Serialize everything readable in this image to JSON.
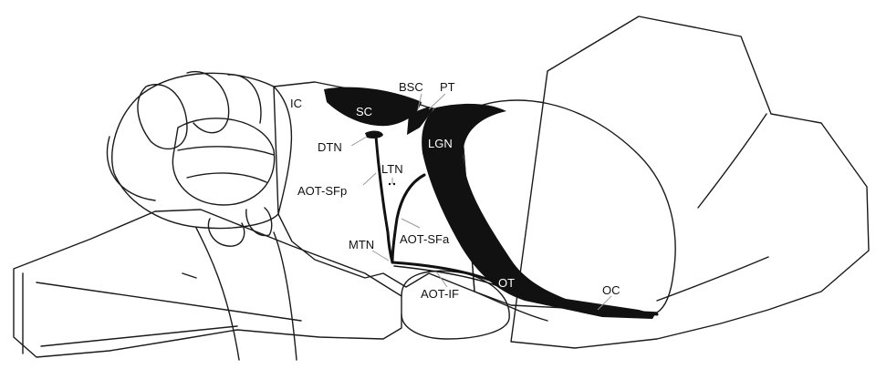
{
  "colors": {
    "background": "#ffffff",
    "outline": "#1a1a1a",
    "fill": "#111111",
    "leader": "#9a9a9a"
  },
  "labels": {
    "ic": "IC",
    "sc": "SC",
    "bsc": "BSC",
    "pt": "PT",
    "dtn": "DTN",
    "lgn": "LGN",
    "ltn": "LTN",
    "aot_sfp": "AOT-SFp",
    "aot_sfa": "AOT-SFa",
    "mtn": "MTN",
    "aot_if": "AOT-IF",
    "ot": "OT",
    "oc": "OC"
  }
}
